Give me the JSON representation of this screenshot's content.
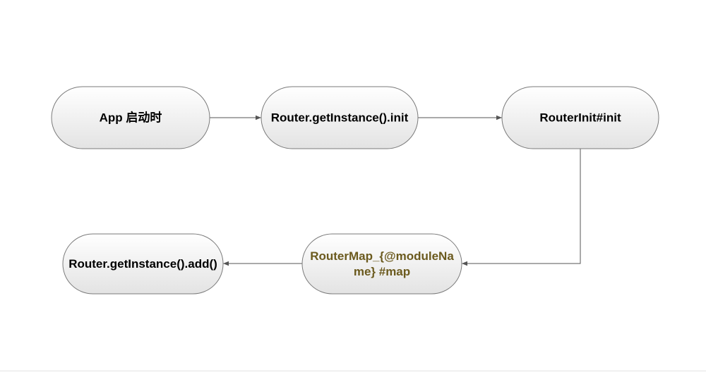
{
  "nodes": [
    {
      "id": "app-start",
      "lines": [
        "App 启动时"
      ],
      "text_color": "#000000"
    },
    {
      "id": "router-init-call",
      "lines": [
        "Router.getInstance().init"
      ],
      "text_color": "#000000"
    },
    {
      "id": "routerinit-init",
      "lines": [
        "RouterInit#init"
      ],
      "text_color": "#000000"
    },
    {
      "id": "routermap",
      "lines": [
        "RouterMap_{@moduleNa",
        "me} #map"
      ],
      "text_color": "#6b5a1e"
    },
    {
      "id": "router-add-call",
      "lines": [
        "Router.getInstance().add()"
      ],
      "text_color": "#000000"
    }
  ],
  "edges": [
    {
      "from": "app-start",
      "to": "router-init-call"
    },
    {
      "from": "router-init-call",
      "to": "routerinit-init"
    },
    {
      "from": "routerinit-init",
      "to": "routermap"
    },
    {
      "from": "routermap",
      "to": "router-add-call"
    }
  ],
  "colors": {
    "node_fill_top": "#ffffff",
    "node_fill_bottom": "#e3e3e3",
    "node_stroke": "#7a7a7a",
    "edge": "#555555"
  }
}
